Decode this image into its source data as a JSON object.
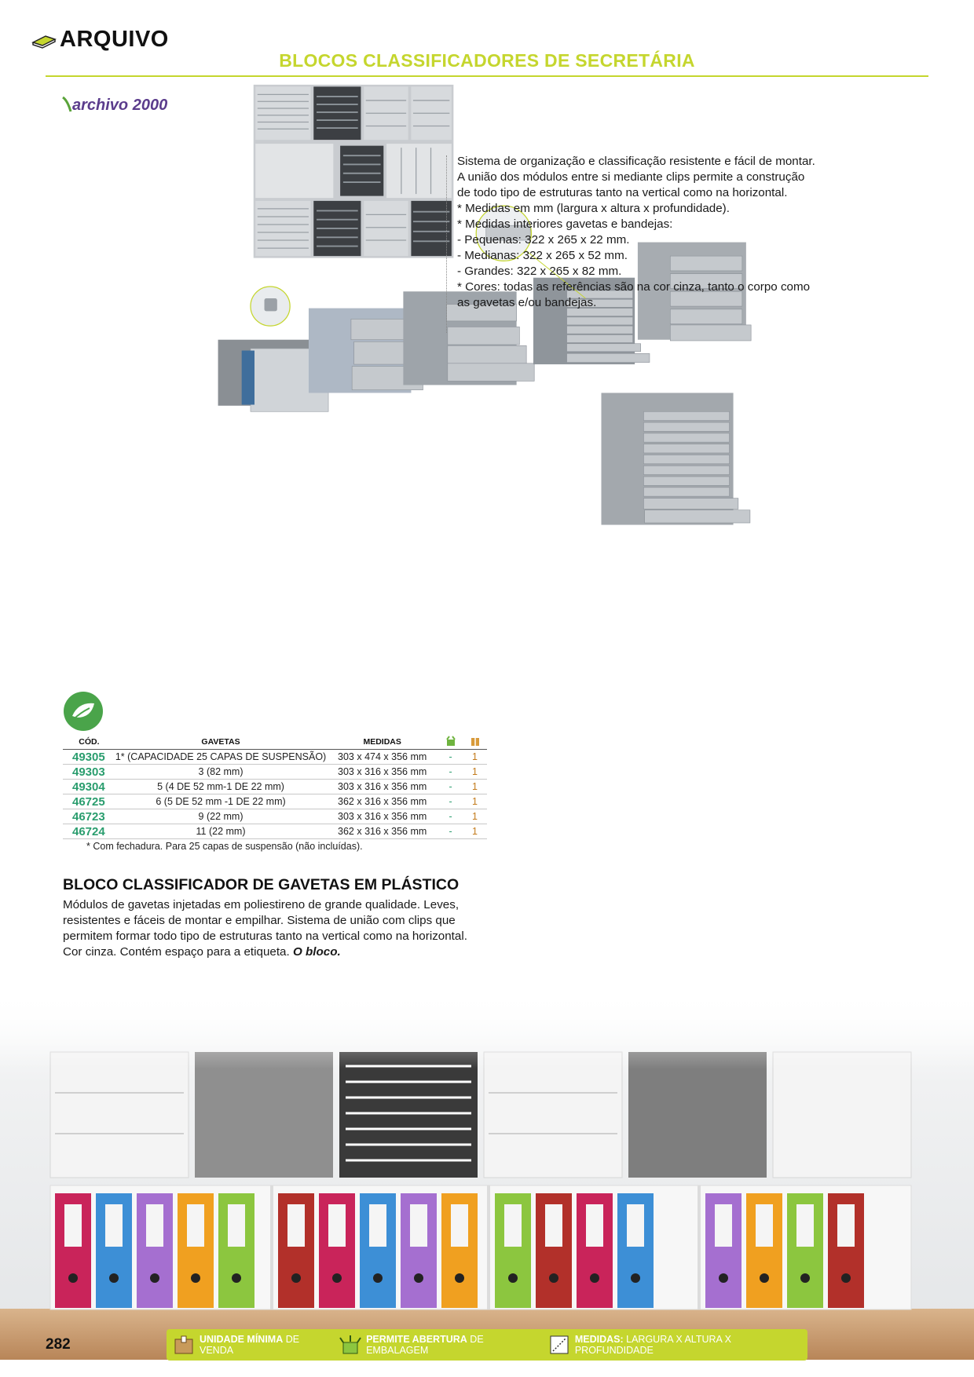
{
  "header": {
    "section": "ARQUIVO",
    "title": "BLOCOS CLASSIFICADORES DE SECRETÁRIA",
    "brand_logo": "archivo 2000",
    "accent_color": "#c5d62e"
  },
  "description": [
    "Sistema de organização e classificação resistente e fácil de montar.",
    "A união dos módulos entre si mediante clips permite a construção",
    "de todo tipo de estruturas tanto na vertical como na horizontal.",
    "* Medidas em mm (largura x altura x profundidade).",
    "* Medidas interiores gavetas e bandejas:",
    "- Pequenas: 322 x 265 x 22 mm.",
    "- Medianas: 322 x 265 x 52 mm.",
    "- Grandes: 322 x 265 x 82 mm.",
    "* Cores: todas as referências são na cor cinza, tanto o corpo como",
    "as gavetas e/ou bandejas."
  ],
  "table": {
    "headers": [
      "CÓD.",
      "GAVETAS",
      "MEDIDAS"
    ],
    "icons": [
      "open-package-icon",
      "box-icon"
    ],
    "rows": [
      {
        "code": "49305",
        "drawers": "1* (CAPACIDADE 25 CAPAS DE SUSPENSÃO)",
        "size": "303 x 474 x 356 mm",
        "open": "-",
        "qty": "1"
      },
      {
        "code": "49303",
        "drawers": "3 (82 mm)",
        "size": "303 x 316 x 356 mm",
        "open": "-",
        "qty": "1"
      },
      {
        "code": "49304",
        "drawers": "5 (4 DE 52 mm-1 DE 22 mm)",
        "size": "303 x 316 x 356 mm",
        "open": "-",
        "qty": "1"
      },
      {
        "code": "46725",
        "drawers": "6 (5 DE 52 mm -1 DE 22 mm)",
        "size": "362 x 316 x 356 mm",
        "open": "-",
        "qty": "1"
      },
      {
        "code": "46723",
        "drawers": "9 (22 mm)",
        "size": "303 x 316 x 356 mm",
        "open": "-",
        "qty": "1"
      },
      {
        "code": "46724",
        "drawers": "11 (22 mm)",
        "size": "362 x 316 x 356 mm",
        "open": "-",
        "qty": "1"
      }
    ],
    "note": "* Com fechadura. Para 25 capas de suspensão (não incluídas)."
  },
  "product": {
    "title": "BLOCO CLASSIFICADOR DE GAVETAS EM PLÁSTICO",
    "lines": [
      "Módulos de gavetas injetadas em poliestireno de grande qualidade. Leves,",
      "resistentes e fáceis de montar e empilhar. Sistema de união com clips que",
      "permitem formar todo tipo de estruturas tanto na vertical como na horizontal."
    ],
    "last_line": "Cor cinza. Contém espaço para a etiqueta.",
    "emphasis": "O bloco."
  },
  "footer": {
    "page_number": "282",
    "legend": [
      {
        "bold": "UNIDADE MÍNIMA",
        "rest": "DE VENDA",
        "icon": "box-icon"
      },
      {
        "bold": "PERMITE ABERTURA",
        "rest": "DE EMBALAGEM",
        "icon": "open-package-icon"
      },
      {
        "bold": "MEDIDAS:",
        "rest": "LARGURA X ALTURA X PROFUNDIDADE",
        "icon": "measure-icon"
      }
    ]
  },
  "binder_colors": [
    "#c9245a",
    "#3d8fd6",
    "#a56fd0",
    "#f0a020",
    "#8cc63f",
    "#b2302a"
  ]
}
